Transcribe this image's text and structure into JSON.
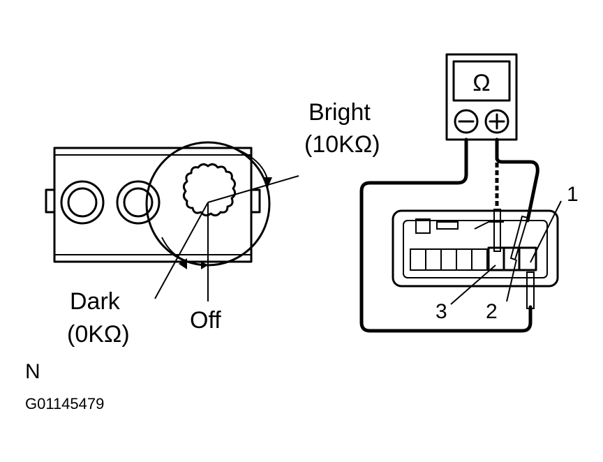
{
  "labels": {
    "bright": "Bright",
    "bright_value": "(10KΩ)",
    "dark": "Dark",
    "dark_value": "(0KΩ)",
    "off": "Off",
    "meter_symbol": "Ω",
    "meter_minus": "−",
    "meter_plus": "+",
    "terminal_1": "1",
    "terminal_2": "2",
    "terminal_3": "3"
  },
  "footer": {
    "note": "N",
    "figure_id": "G01145479"
  }
}
